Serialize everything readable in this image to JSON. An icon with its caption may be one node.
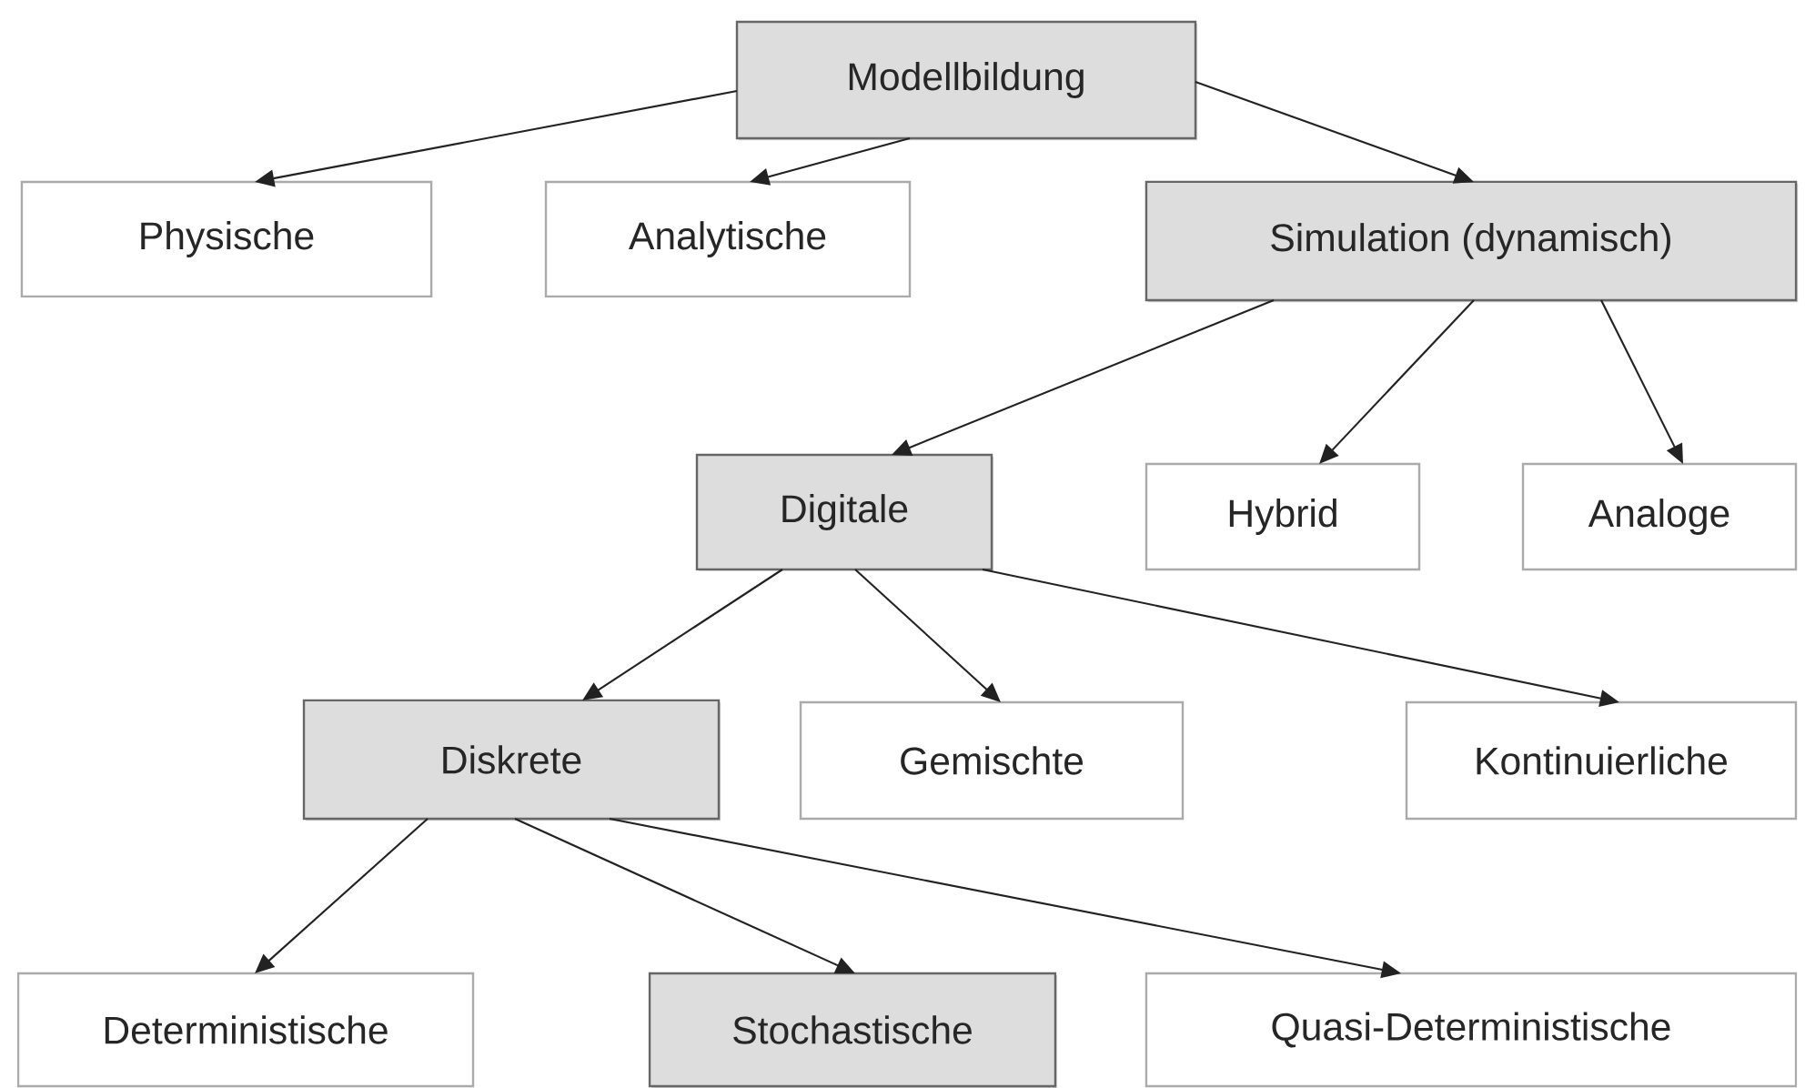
{
  "diagram": {
    "nodes": [
      {
        "text": [
          "Modellbildung"
        ]
      },
      {
        "text": [
          "Physische"
        ]
      },
      {
        "text": [
          "Analytische"
        ]
      },
      {
        "text": [
          "Simulation (dynamisch)"
        ]
      },
      {
        "text": [
          "Digitale"
        ]
      },
      {
        "text": [
          "Hybrid"
        ]
      },
      {
        "text": [
          "Analoge"
        ]
      },
      {
        "text": [
          "Diskrete"
        ]
      },
      {
        "text": [
          "Gemischte"
        ]
      },
      {
        "text": [
          "Kontinuierliche"
        ]
      },
      {
        "text": [
          "Deterministische"
        ]
      },
      {
        "text": [
          "Stochastische"
        ]
      },
      {
        "text": [
          "Quasi-Deterministische"
        ]
      }
    ],
    "edges": [
      {
        "from": 0,
        "to": 1,
        "arrow": "to"
      },
      {
        "from": 0,
        "to": 2,
        "arrow": "to"
      },
      {
        "from": 0,
        "to": 3,
        "arrow": "to"
      },
      {
        "from": 3,
        "to": 4,
        "arrow": "to"
      },
      {
        "from": 3,
        "to": 5,
        "arrow": "to"
      },
      {
        "from": 3,
        "to": 6,
        "arrow": "to"
      },
      {
        "from": 4,
        "to": 7,
        "arrow": "to"
      },
      {
        "from": 4,
        "to": 8,
        "arrow": "to"
      },
      {
        "from": 4,
        "to": 9,
        "arrow": "to"
      },
      {
        "from": 7,
        "to": 10,
        "arrow": "to"
      },
      {
        "from": 7,
        "to": 11,
        "arrow": "to"
      },
      {
        "from": 7,
        "to": 12,
        "arrow": "to"
      }
    ]
  }
}
